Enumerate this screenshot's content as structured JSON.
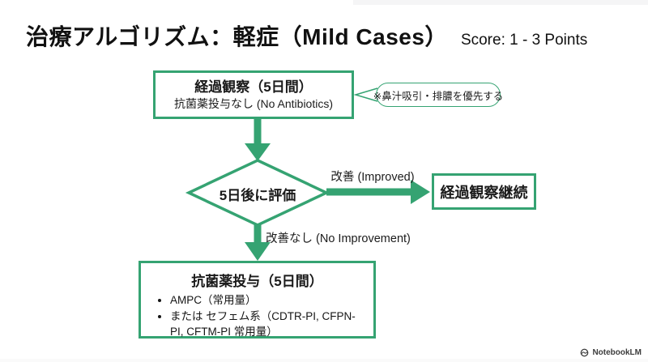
{
  "header": {
    "title": "治療アルゴリズム：軽症（Mild Cases）",
    "score": "Score: 1 - 3 Points"
  },
  "flow": {
    "observation_box": {
      "title": "経過観察（5日間）",
      "subtitle": "抗菌薬投与なし (No Antibiotics)"
    },
    "callout": {
      "text": "※鼻汁吸引・排膿を優先する"
    },
    "decision": {
      "label": "5日後に評価"
    },
    "improved_edge": {
      "label": "改善 (Improved)"
    },
    "continue_box": {
      "label": "経過観察継続"
    },
    "no_improvement_edge": {
      "label": "改善なし (No Improvement)"
    },
    "antibiotics_box": {
      "title": "抗菌薬投与（5日間）",
      "items": [
        "AMPC（常用量）",
        "または セフェム系（CDTR-PI, CFPN-PI, CFTM-PI 常用量）"
      ]
    }
  },
  "footer": {
    "brand": "NotebookLM"
  },
  "colors": {
    "accent_green": "#35a372",
    "text": "#1a1a1a",
    "background": "#ffffff"
  }
}
